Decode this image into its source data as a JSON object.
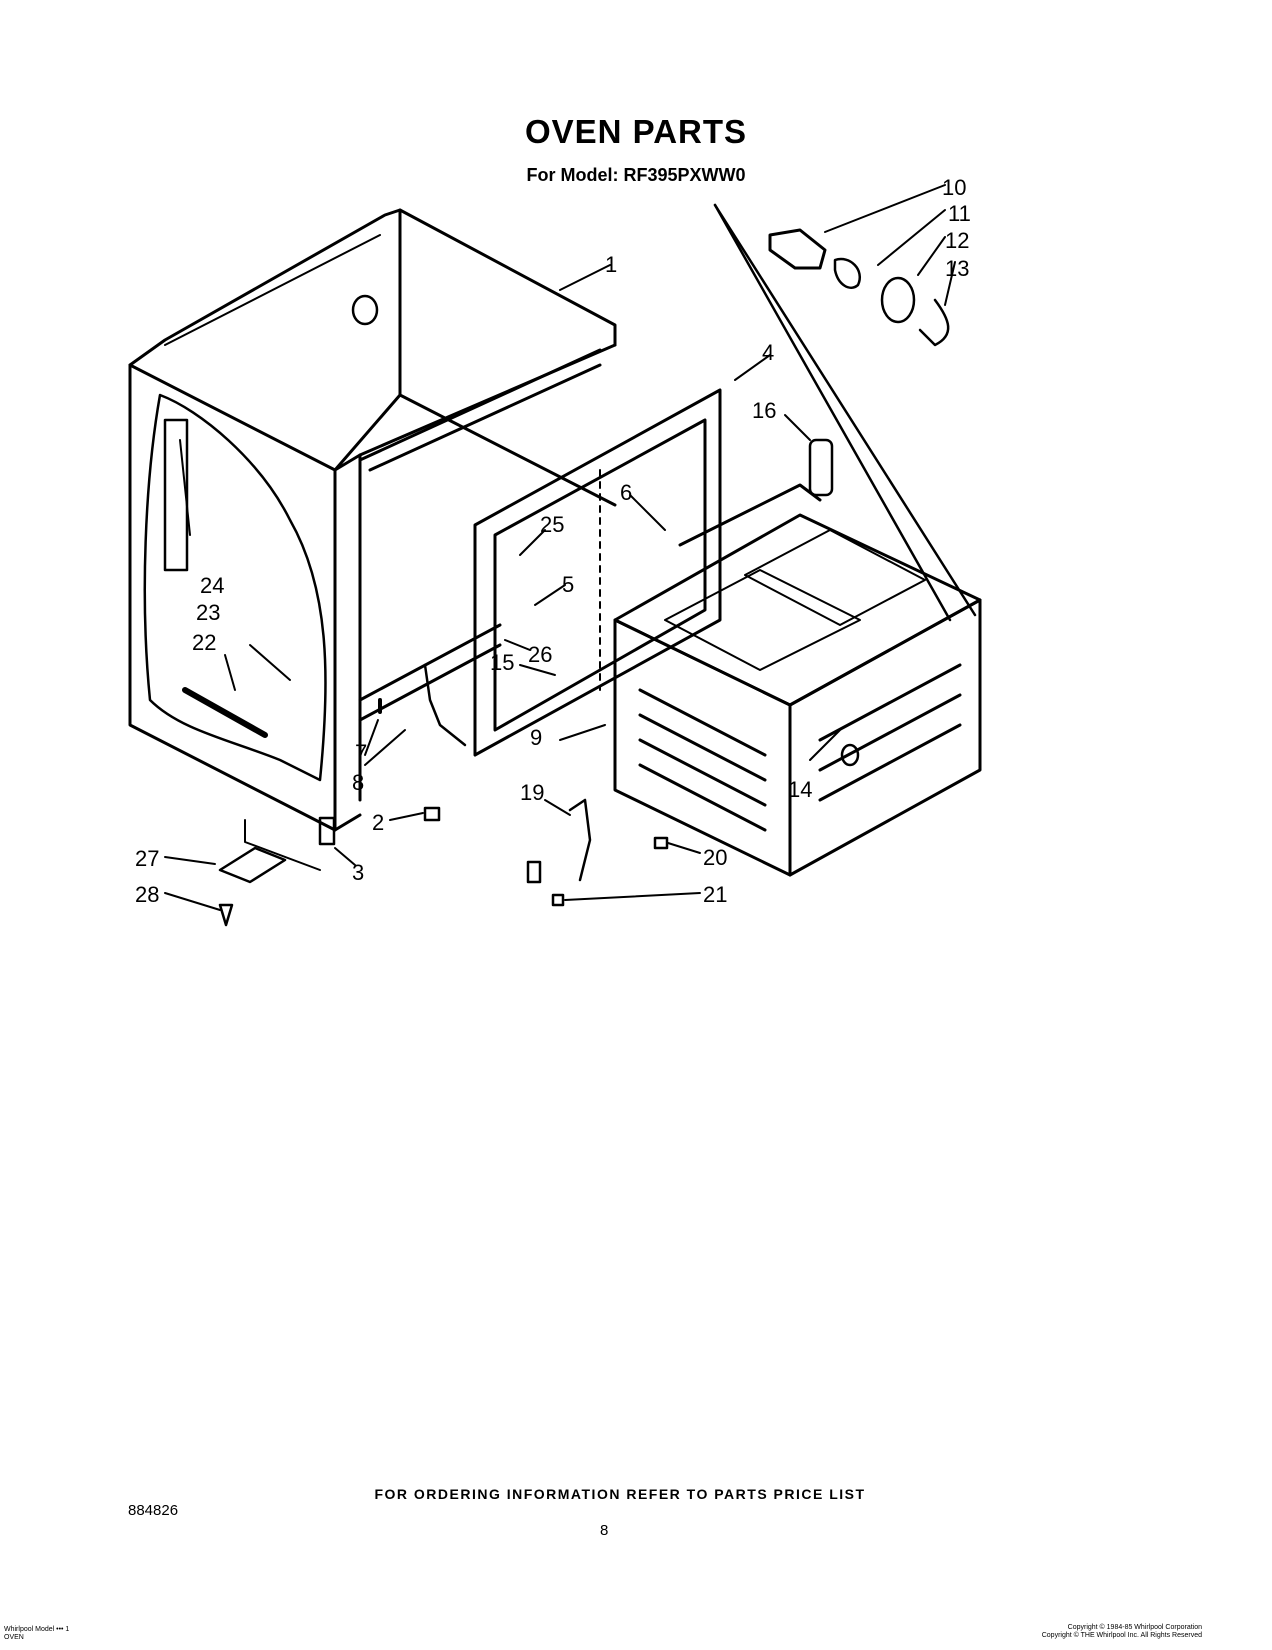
{
  "header": {
    "title": "OVEN PARTS",
    "model_line": "For Model: RF395PXWW0"
  },
  "callouts": [
    "1",
    "2",
    "3",
    "4",
    "5",
    "6",
    "7",
    "8",
    "9",
    "10",
    "11",
    "12",
    "13",
    "14",
    "15",
    "16",
    "19",
    "20",
    "21",
    "22",
    "23",
    "24",
    "25",
    "26",
    "27",
    "28"
  ],
  "footer": {
    "ordering_note": "FOR ORDERING INFORMATION REFER TO PARTS PRICE LIST",
    "doc_number": "884826",
    "page_number": "8",
    "bottom_left": [
      "Whirlpool Model ••• 1",
      "OVEN"
    ],
    "bottom_right": [
      "Copyright © 1984-85 Whirlpool Corporation",
      "Copyright © THE Whirlpool Inc. All Rights Reserved"
    ]
  }
}
